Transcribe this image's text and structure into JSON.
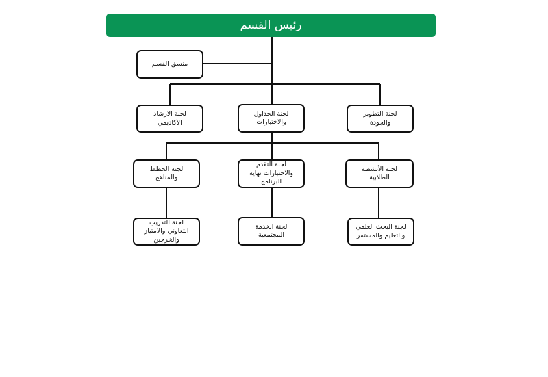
{
  "diagram": {
    "head": "رئيس القسم",
    "coordinator": "منسق القسم",
    "committees": {
      "development_quality": "لجنة التطوير والجودة",
      "schedules_exams": "لجنة الجداول والاختبارات",
      "academic_advising": "لجنة الارشاد الاكاديمي",
      "student_activities": "لجنة الأنشطة الطلابية",
      "progress_exit_exams": "لجنة التقدم والاختبارات نهاية البرنامج",
      "plans_curricula": "لجنة الخطط والمناهج",
      "research_continuing_ed": "لجنة البحث العلمي والتعليم والمستمر",
      "community_service": "لجنة الخدمة المجتمعية",
      "coop_training_alumni": "لجنة التدريب التعاوني والامتياز والخرجين"
    }
  }
}
